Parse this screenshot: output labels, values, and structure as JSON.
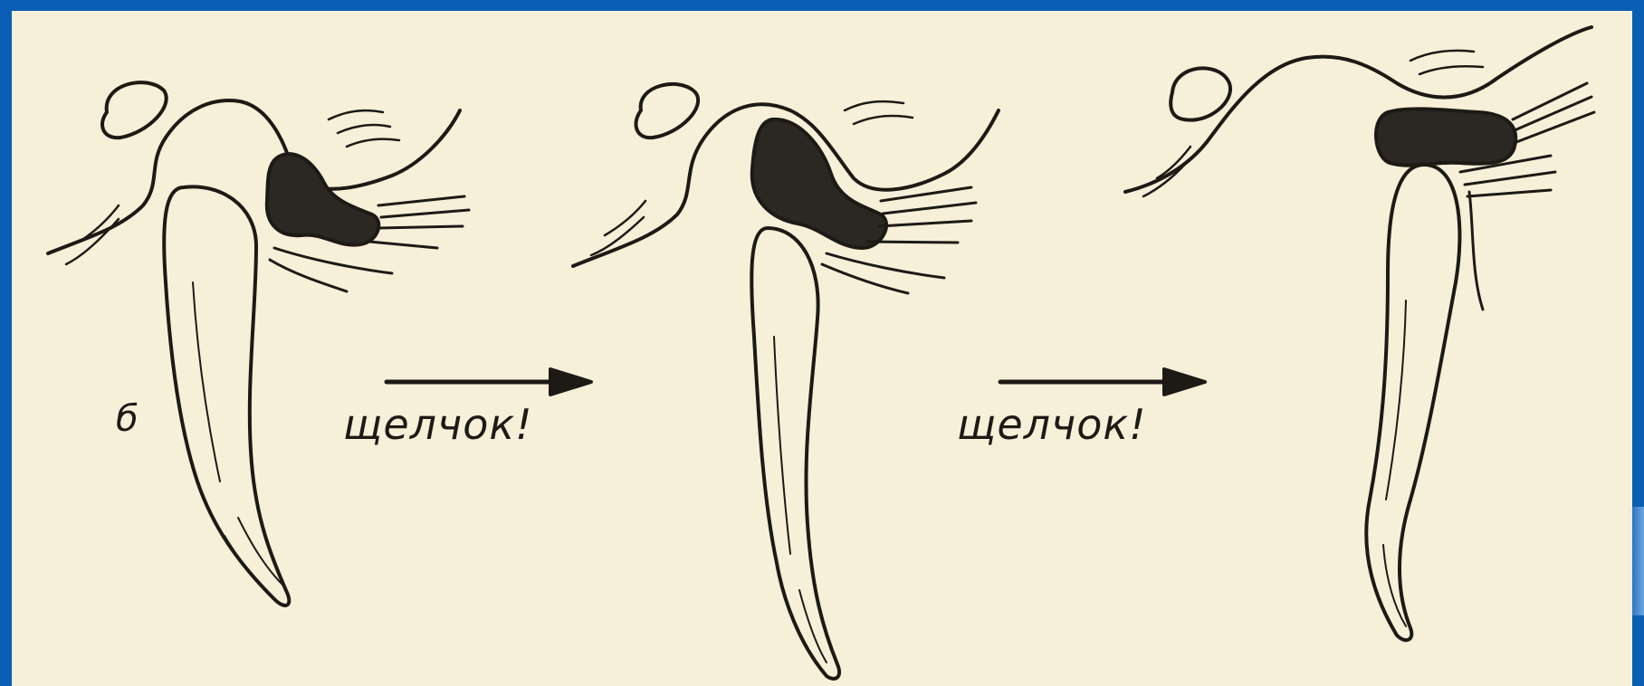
{
  "figure": {
    "panel_letter": "б",
    "steps": [
      {
        "caption": "щелчок!"
      },
      {
        "caption": "щелчок!"
      }
    ]
  },
  "colors": {
    "border": "#0a5fb4",
    "paper": "#f6f0d8",
    "ink": "#1d1a16",
    "muscle_fill": "#2b2723"
  }
}
